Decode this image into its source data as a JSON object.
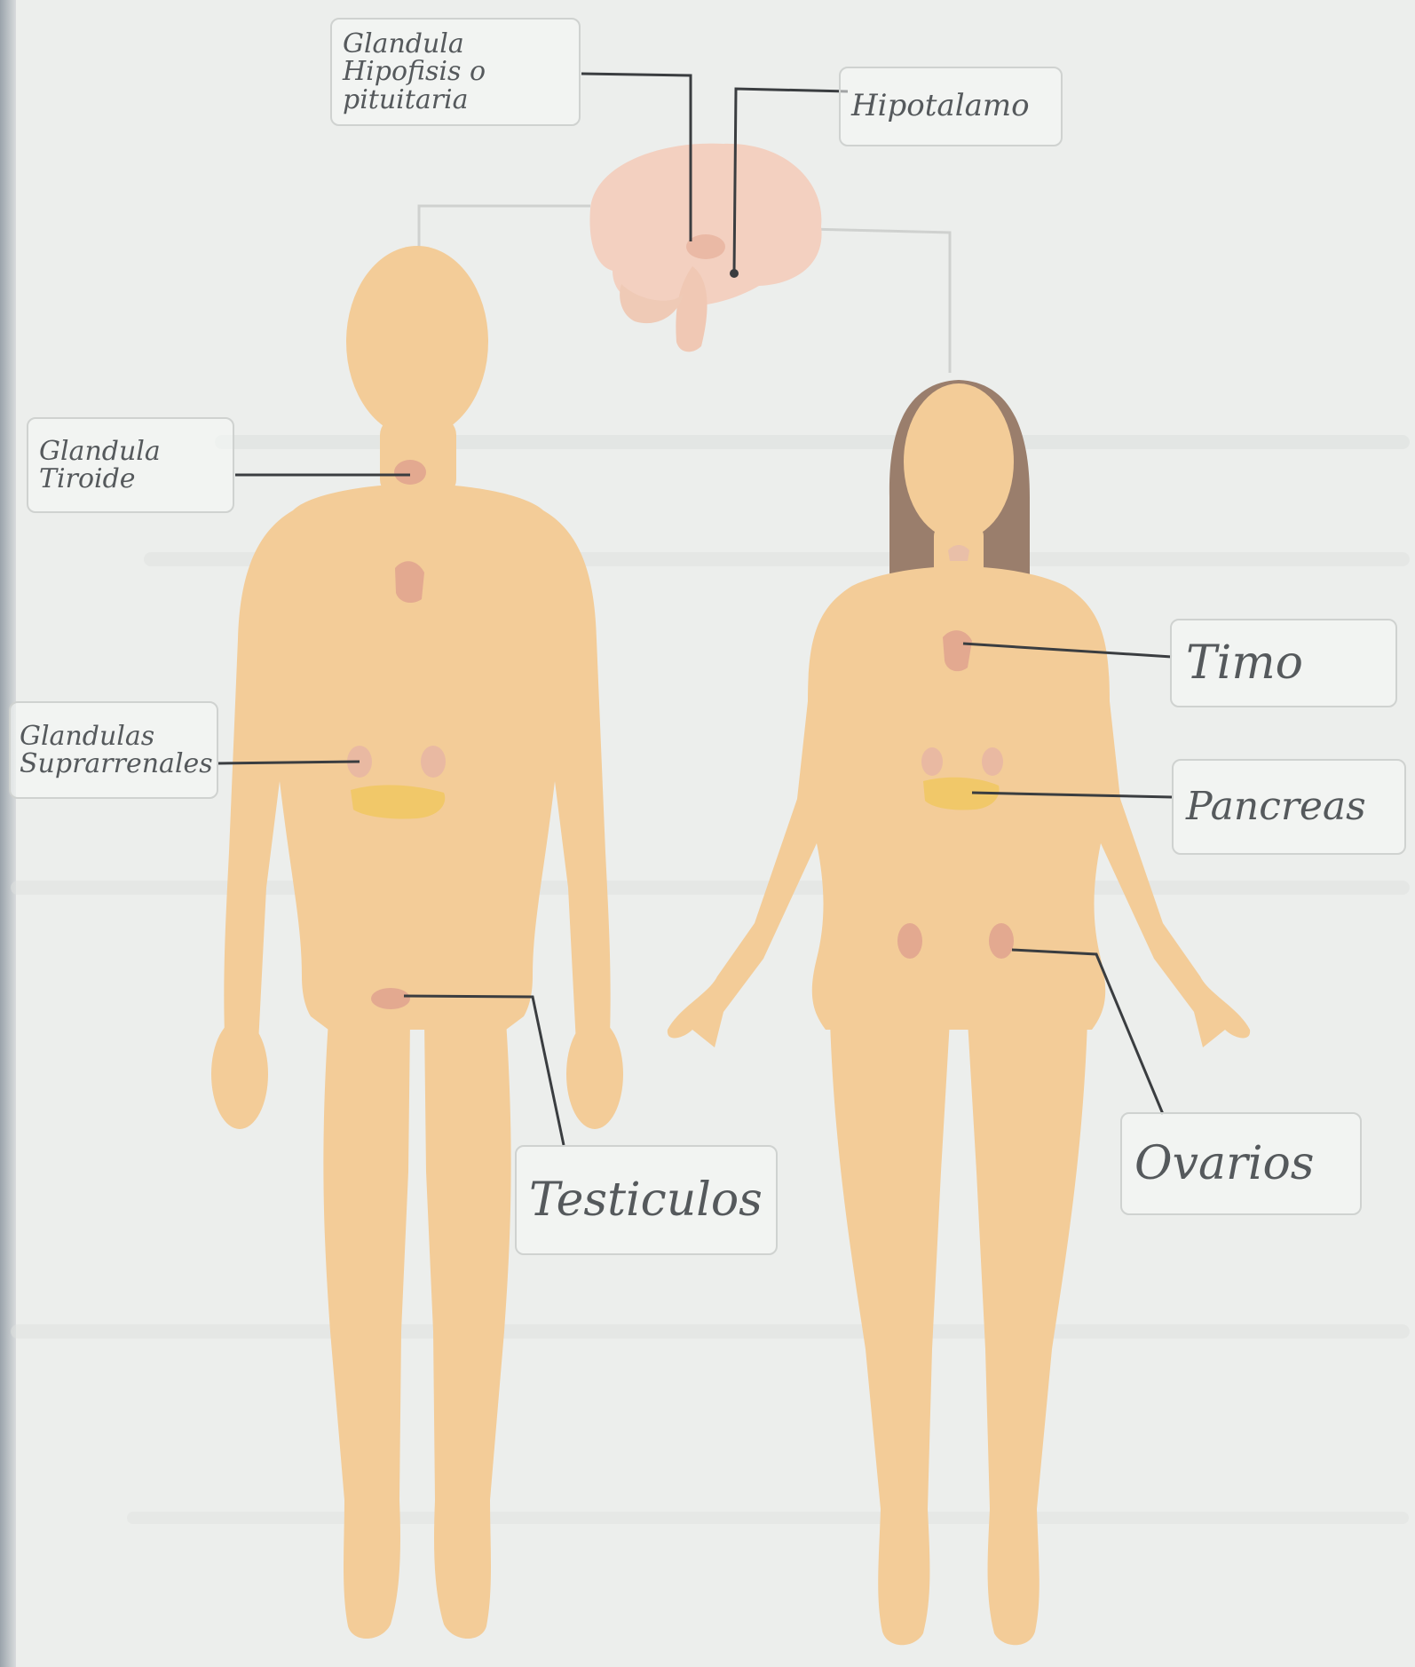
{
  "labels": {
    "hipofisis": "Glandula Hipofisis o pituitaria",
    "hipotalamo": "Hipotalamo",
    "tiroide": "Glandula Tiroide",
    "suprarrenales": "Glandulas Suprarrenales",
    "timo": "Timo",
    "pancreas": "Pancreas",
    "ovarios": "Ovarios",
    "testiculos": "Testiculos"
  },
  "colors": {
    "skin": "#f3cc98",
    "hair": "#9a7e6c",
    "brain": "#f3d0c0",
    "gland": "#e3a990",
    "pancreas": "#f1c869",
    "leader_line": "#3a3d40",
    "background": "#eceeec"
  }
}
